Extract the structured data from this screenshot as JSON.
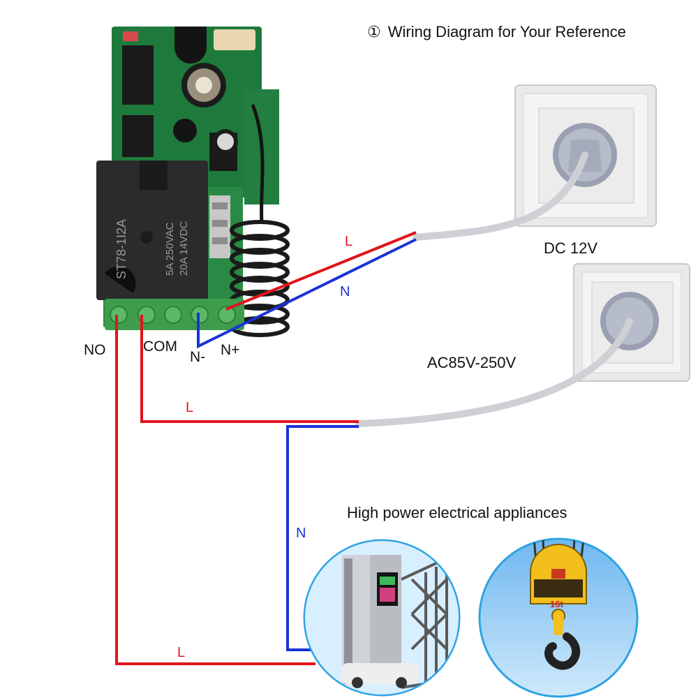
{
  "title": {
    "number": "①",
    "text": "Wiring Diagram for Your Reference"
  },
  "supplies": {
    "dc_label": "DC 12V",
    "ac_label": "AC85V-250V"
  },
  "appliances": {
    "heading": "High power electrical appliances"
  },
  "terminals": {
    "no": "NO",
    "com": "COM",
    "n_minus": "N-",
    "n_plus": "N+"
  },
  "wire_labels": {
    "dc_live": "L",
    "dc_neutral": "N",
    "ac_live": "L",
    "ac_neutral": "N",
    "load_live": "L"
  },
  "relay": {
    "model": "ST78-1I2A",
    "rating_1": "5A 250VAC",
    "rating_2": "20A 14VDC"
  },
  "badge": {
    "text": "16t"
  },
  "colors": {
    "live": "#e0141b",
    "neutral": "#1a33d6",
    "pcb": "#1e7a3c",
    "cable": "#cfcfd6"
  }
}
